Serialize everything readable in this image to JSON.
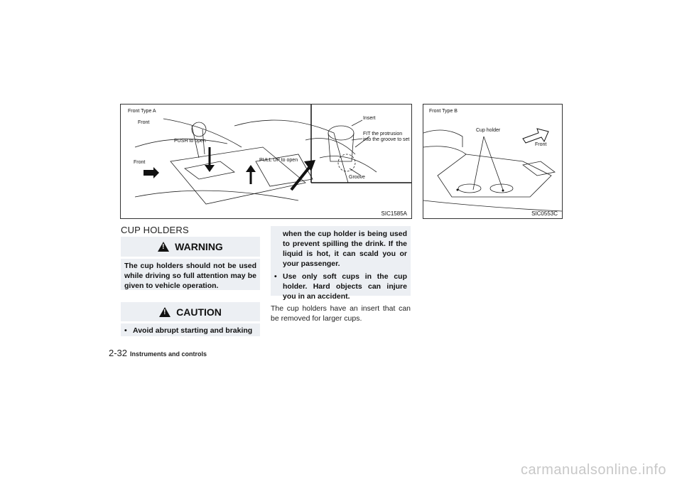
{
  "figure_a": {
    "title": "Front    Type A",
    "labels": {
      "front_top": "Front",
      "front_left": "Front",
      "push": "PUSH to open",
      "pull": "PULL UP to open",
      "insert": "Insert",
      "fit_line1": "FIT the protrusion",
      "fit_line2": "into the groove to set",
      "groove": "Groove"
    },
    "code": "SIC1585A"
  },
  "figure_b": {
    "title": "Front    Type B",
    "labels": {
      "cup_holder": "Cup holder",
      "front": "Front"
    },
    "code": "SIC0553C"
  },
  "section_title": "CUP HOLDERS",
  "warning": {
    "title": "WARNING",
    "text": "The cup holders should not be used while driving so full attention may be given to vehicle operation."
  },
  "caution": {
    "title": "CAUTION",
    "bullet1_start": "Avoid abrupt starting and braking",
    "bullet1_cont": "when the cup holder is being used to prevent spilling the drink. If the liquid is hot, it can scald you or your passenger.",
    "bullet2": "Use only soft cups in the cup holder. Hard objects can injure you in an accident."
  },
  "body_text": "The cup holders have an insert that can be removed for larger cups.",
  "footer": {
    "page": "2-32",
    "section": "Instruments and controls"
  },
  "watermark": "carmanualsonline.info"
}
